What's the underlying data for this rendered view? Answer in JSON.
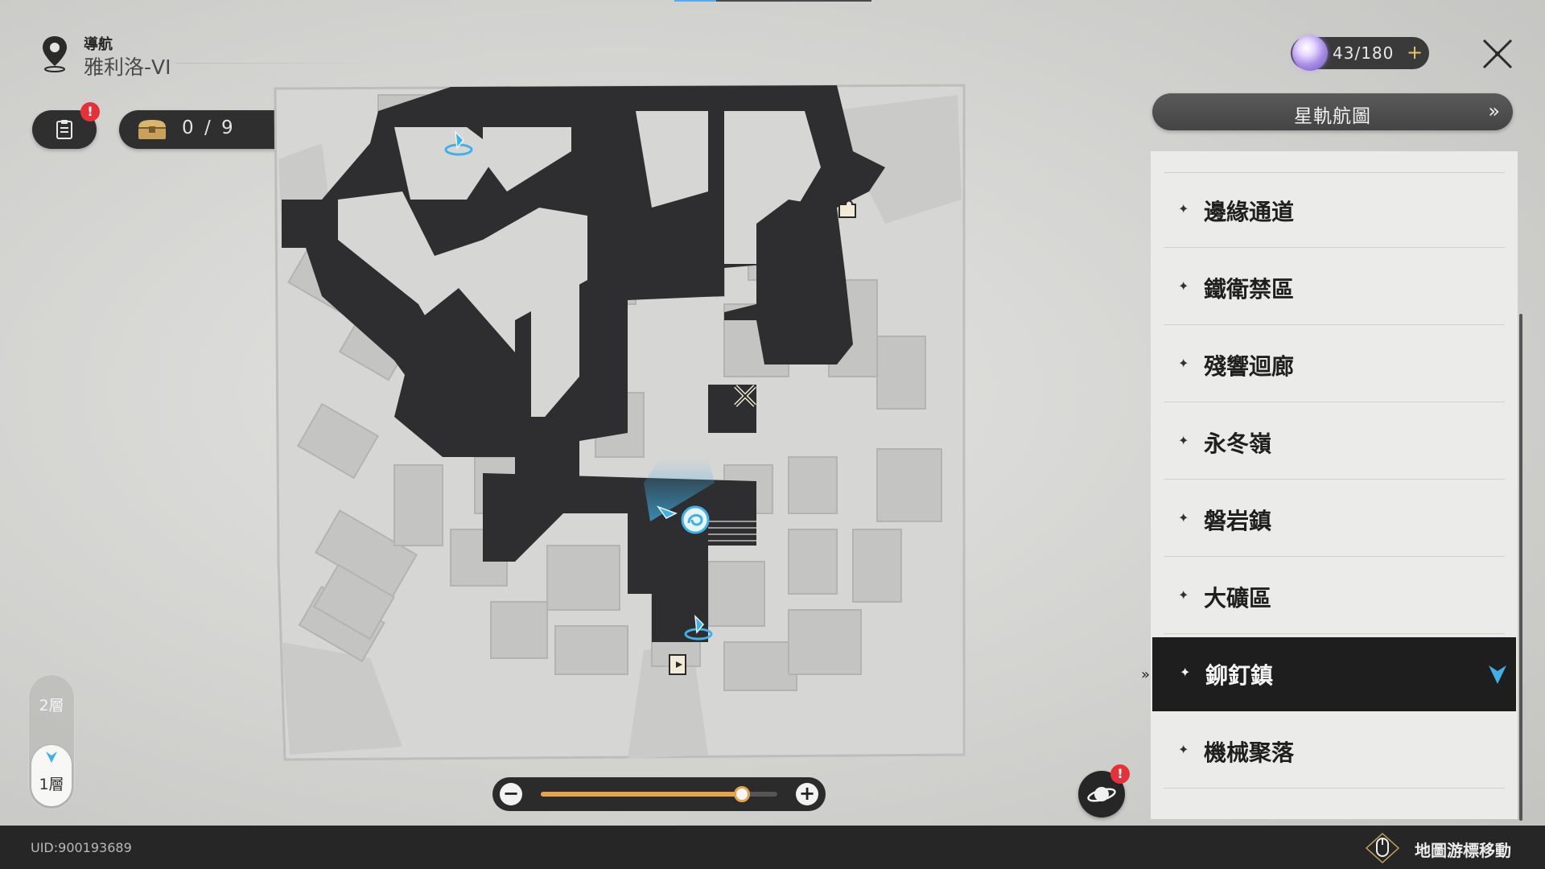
{
  "header": {
    "subtitle": "導航",
    "title": "雅利洛-VI"
  },
  "chest_counter": {
    "value": "0 / 9"
  },
  "mission_badge": "!",
  "fuel": {
    "value": "43/180",
    "add_label": "+"
  },
  "star_rail_map": {
    "label": "星軌航圖"
  },
  "regions": [
    {
      "name": "邊緣通道",
      "active": false
    },
    {
      "name": "鐵衛禁區",
      "active": false
    },
    {
      "name": "殘響迴廊",
      "active": false
    },
    {
      "name": "永冬嶺",
      "active": false
    },
    {
      "name": "磐岩鎮",
      "active": false
    },
    {
      "name": "大礦區",
      "active": false
    },
    {
      "name": "鉚釘鎮",
      "active": true
    },
    {
      "name": "機械聚落",
      "active": false
    }
  ],
  "floors": {
    "upper": "2層",
    "current": "1層"
  },
  "zoom": {
    "level": 0.85
  },
  "planet_badge": "!",
  "footer": {
    "uid": "UID:900193689",
    "move_hint": "地圖游標移動"
  },
  "colors": {
    "accent_blue": "#3fb0e8",
    "gold": "#e7a34a",
    "path_dark": "#2e2e30",
    "building_gray": "#c9c9c7"
  }
}
